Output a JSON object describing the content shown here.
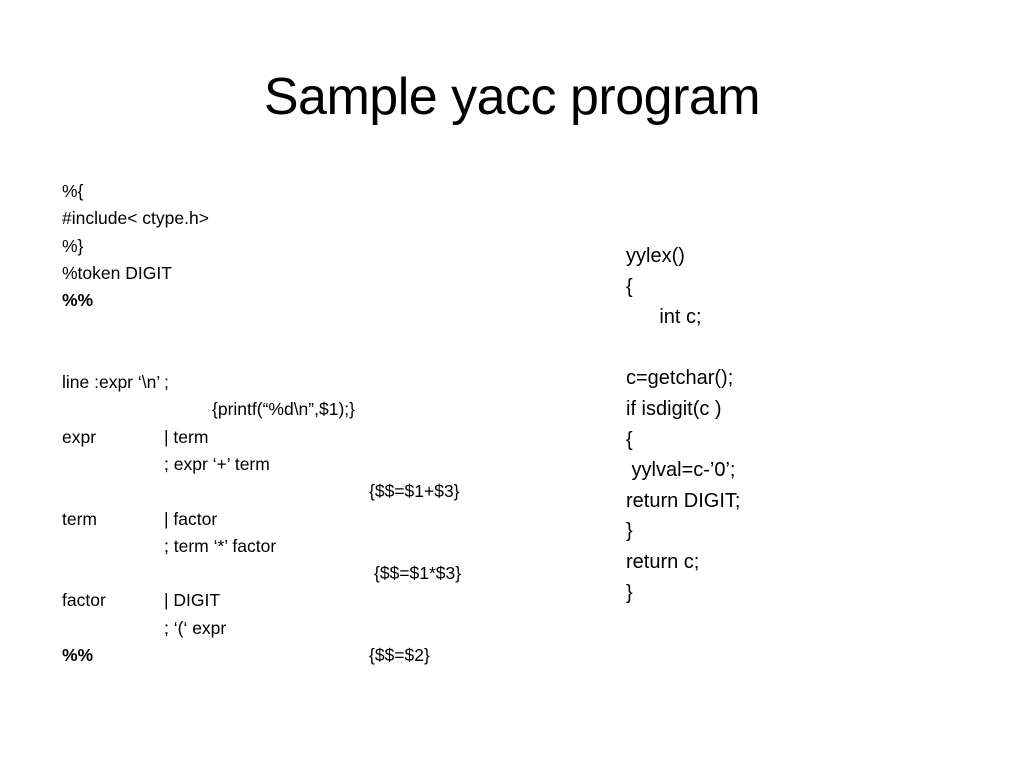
{
  "slide": {
    "title": "Sample yacc program"
  },
  "left_code": {
    "line1": "%{",
    "line2": "#include< ctype.h>",
    "line3": "%}",
    "line4": "%token DIGIT",
    "line5": "%%",
    "line6_rule": "line :expr ‘\\n’",
    "line6_action": "{printf(“%d\\n”,$1);}",
    "line7": ";",
    "line8_head": "expr",
    "line8_body": ": expr ‘+’ term",
    "line8_action": "{$$=$1+$3}",
    "line9": "| term",
    "line10": ";",
    "line11_head": "term",
    "line11_body": ": term ‘*’ factor",
    "line11_action": "{$$=$1*$3}",
    "line12": "| factor",
    "line13": ";",
    "line14_head": "factor",
    "line14_body": ": ‘(‘ expr",
    "line14_action": "{$$=$2}",
    "line15": "| DIGIT",
    "line16": ";",
    "line17": "%%"
  },
  "right_code": {
    "line1": "yylex()",
    "line2": "{",
    "line3": "      int c;",
    "line4": "",
    "line5": "c=getchar();",
    "line6": "if isdigit(c )",
    "line7": "{",
    "line8": " yylval=c-’0’;",
    "line9": "return DIGIT;",
    "line10": "}",
    "line11": "return c;",
    "line12": "}"
  }
}
